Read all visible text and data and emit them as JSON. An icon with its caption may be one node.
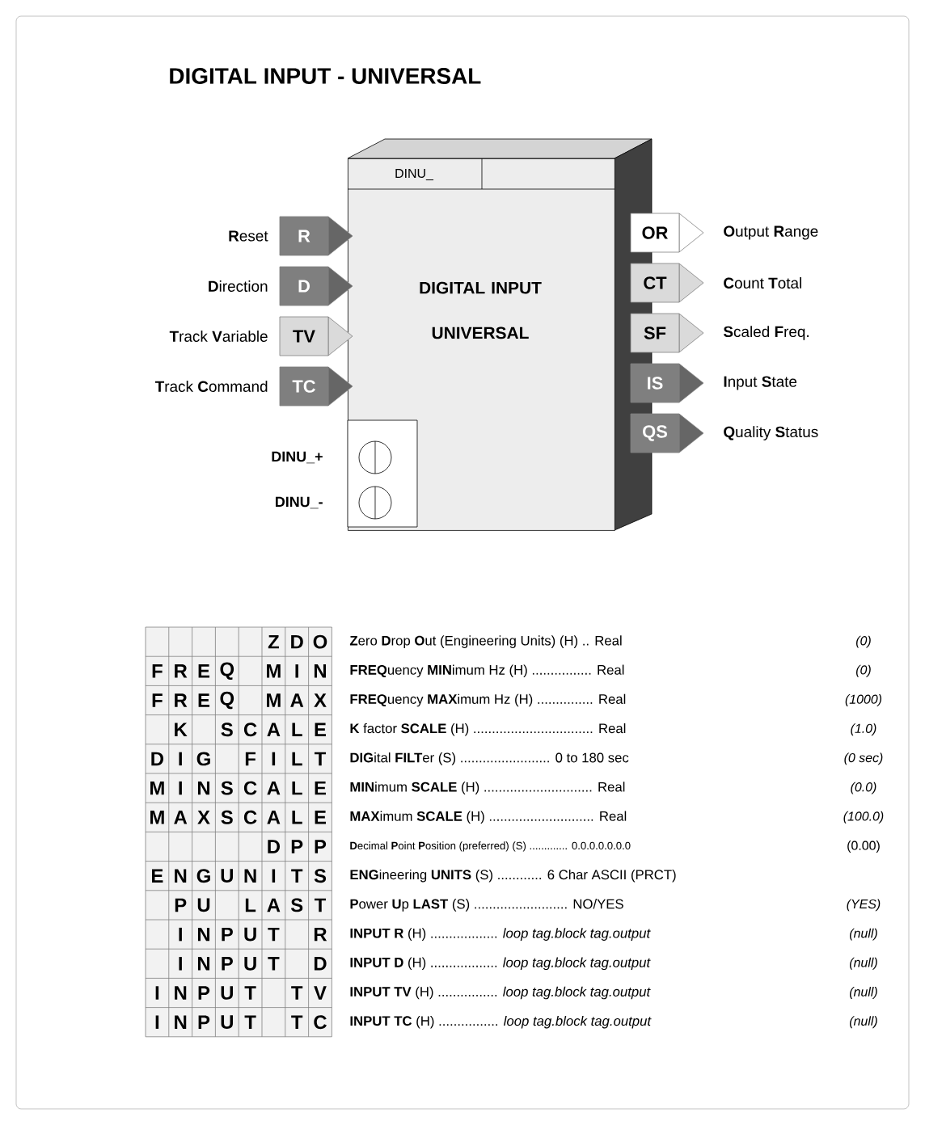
{
  "diagram": {
    "title": "DIGITAL INPUT - UNIVERSAL",
    "nodes": [
      {
        "text": [
          "DINU_",
          "DIGITAL INPUT UNIVERSAL"
        ]
      },
      {
        "text": [
          "R"
        ],
        "beside": [
          "**R**eset"
        ]
      },
      {
        "text": [
          "D"
        ],
        "beside": [
          "**D**irection"
        ]
      },
      {
        "text": [
          "TV"
        ],
        "beside": [
          "**T**rack **V**ariable"
        ]
      },
      {
        "text": [
          "TC"
        ],
        "beside": [
          "**T**rack **C**ommand"
        ]
      },
      {
        "text": [
          "OR"
        ],
        "beside": [
          "**O**utput **R**ange"
        ]
      },
      {
        "text": [
          "CT"
        ],
        "beside": [
          "**C**ount **T**otal"
        ]
      },
      {
        "text": [
          "SF"
        ],
        "beside": [
          "**S**caled **F**req."
        ]
      },
      {
        "text": [
          "IS"
        ],
        "beside": [
          "**I**nput **S**tate"
        ]
      },
      {
        "text": [
          "QS"
        ],
        "beside": [
          "**Q**uality **S**tatus"
        ]
      },
      {
        "text": [],
        "shape": "box",
        "in": 0
      },
      {
        "text": [],
        "shape": "circle",
        "in": 10,
        "beside": [
          "DINU_+"
        ]
      },
      {
        "text": [],
        "shape": "circle",
        "in": 10,
        "beside": [
          "DINU_-"
        ]
      }
    ],
    "labels": [
      "Z",
      "D",
      "O",
      "**Z**ero **D**rop **O**ut (Engineering Units) (H) .. Real",
      "(0)",
      "F",
      "R",
      "E",
      "Q",
      "M",
      "I",
      "N",
      "**FREQ**uency **MIN**imum Hz (H) ................ Real",
      "(0)",
      "F",
      "R",
      "E",
      "Q",
      "M",
      "A",
      "X",
      "**FREQ**uency **MAX**imum Hz (H) ............... Real",
      "(1000)",
      "K",
      "S",
      "C",
      "A",
      "L",
      "E",
      "**K** factor **SCALE** (H) ................................ Real",
      "(1.0)",
      "D",
      "I",
      "G",
      "F",
      "I",
      "L",
      "T",
      "**DIG**ital **FILT**er (S) ........................ 0 to 180 sec",
      "(0 sec)",
      "M",
      "I",
      "N",
      "S",
      "C",
      "A",
      "L",
      "E",
      "**MIN**imum **SCALE** (H) ............................. Real",
      "(0.0)",
      "M",
      "A",
      "X",
      "S",
      "C",
      "A",
      "L",
      "E",
      "**MAX**imum **SCALE** (H) ............................ Real",
      "(100.0)",
      "D",
      "P",
      "P",
      "**D**ecimal **P**oint **P**osition (preferred) (S) ............. 0.0.0.0.0.0.0",
      "(0.00)",
      "E",
      "N",
      "G",
      "U",
      "N",
      "I",
      "T",
      "S",
      "**ENG**ineering **UNITS** (S) ............ 6 Char ASCII (PRCT)",
      "P",
      "U",
      "L",
      "A",
      "S",
      "T",
      "**P**ower **U**p **LAST** (S) ......................... NO/YES",
      "(YES)",
      "I",
      "N",
      "P",
      "U",
      "T",
      "R",
      "**INPUT R** (H) .................. *loop tag.block tag.output*",
      "(null)",
      "I",
      "N",
      "P",
      "U",
      "T",
      "D",
      "**INPUT D** (H) .................. *loop tag.block tag.output*",
      "(null)",
      "I",
      "N",
      "P",
      "U",
      "T",
      "T",
      "V",
      "**INPUT TV** (H) ................ *loop tag.block tag.output*",
      "(null)",
      "I",
      "N",
      "P",
      "U",
      "T",
      "T",
      "C",
      "**INPUT TC** (H) ................ *loop tag.block tag.output*",
      "(null)"
    ]
  }
}
